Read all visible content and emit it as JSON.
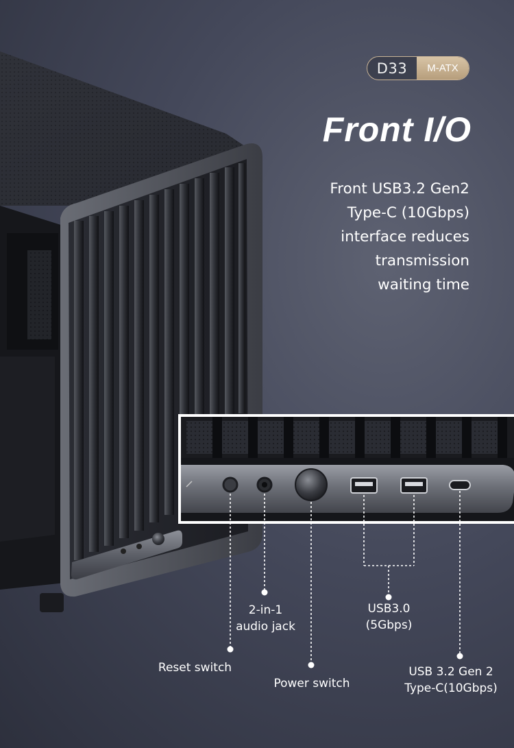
{
  "badge": {
    "model": "D33",
    "form_factor": "M-ATX"
  },
  "title": "Front I/O",
  "description": [
    "Front USB3.2 Gen2",
    "Type-C (10Gbps)",
    "interface reduces",
    "transmission",
    "waiting time"
  ],
  "callouts": {
    "audio": [
      "2-in-1",
      "audio jack"
    ],
    "usb3": [
      "USB3.0",
      "(5Gbps)"
    ],
    "reset": [
      "Reset switch"
    ],
    "power": [
      "Power switch"
    ],
    "typec": [
      "USB 3.2 Gen 2",
      "Type-C(10Gbps)"
    ]
  },
  "colors": {
    "badge_border": "#c9b497",
    "badge_fill": "#c8b08e",
    "background": "#44485a"
  }
}
